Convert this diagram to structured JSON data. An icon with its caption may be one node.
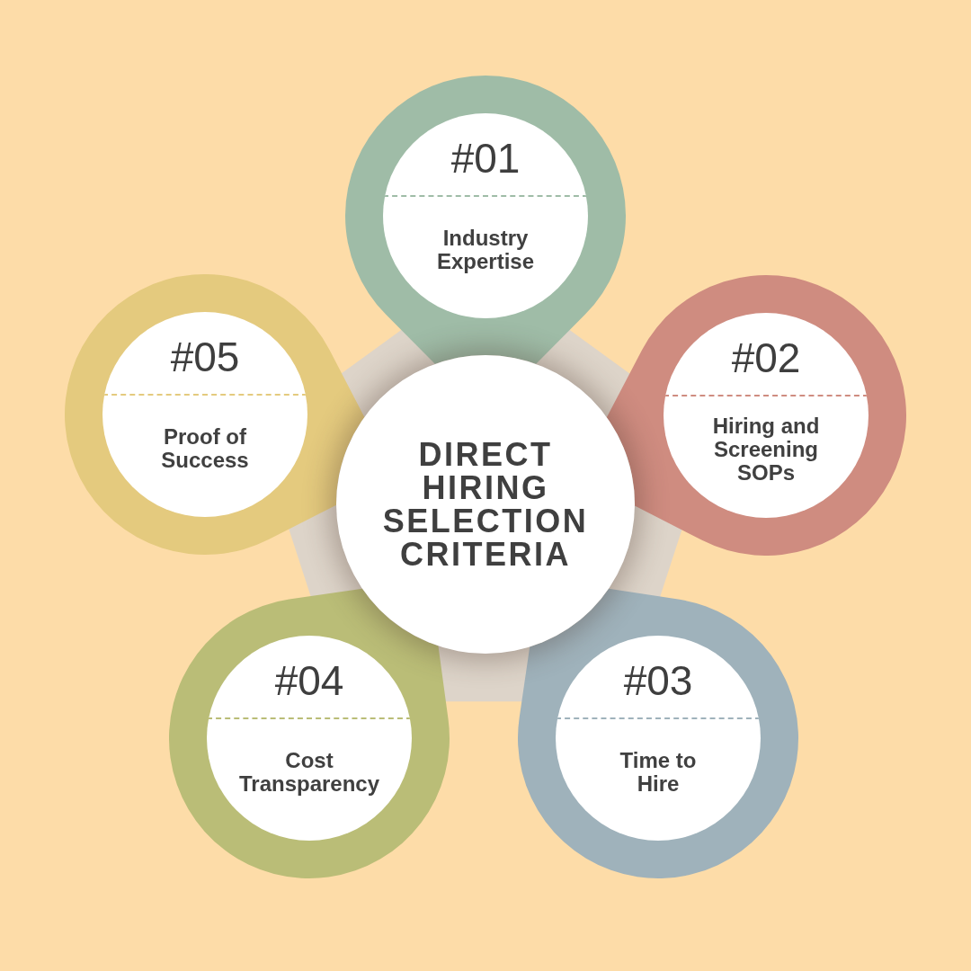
{
  "diagram": {
    "nodes": [
      {
        "text": [
          "DIRECT HIRING SELECTION CRITERIA"
        ]
      },
      {
        "text": [
          "#01",
          "Industry Expertise"
        ]
      },
      {
        "text": [
          "#02",
          "Hiring and Screening SOPs"
        ]
      },
      {
        "text": [
          "#03",
          "Time to Hire"
        ]
      },
      {
        "text": [
          "#04",
          "Cost Transparency"
        ]
      },
      {
        "text": [
          "#05",
          "Proof of Success"
        ]
      }
    ]
  }
}
